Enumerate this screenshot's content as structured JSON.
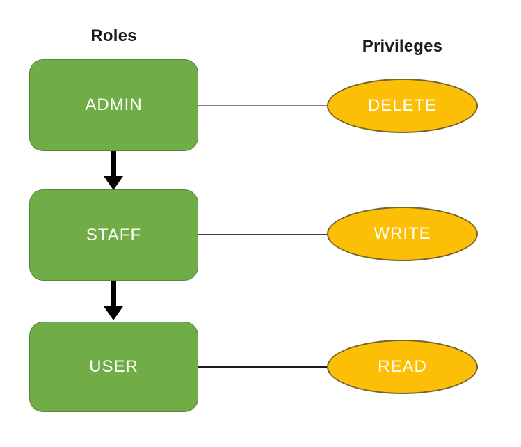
{
  "titles": {
    "roles": "Roles",
    "privileges": "Privileges"
  },
  "diagram": {
    "roles": [
      {
        "id": "admin",
        "label": "ADMIN"
      },
      {
        "id": "staff",
        "label": "STAFF"
      },
      {
        "id": "user",
        "label": "USER"
      }
    ],
    "privileges": [
      {
        "id": "delete",
        "label": "DELETE"
      },
      {
        "id": "write",
        "label": "WRITE"
      },
      {
        "id": "read",
        "label": "READ"
      }
    ],
    "hierarchy_edges": [
      {
        "from": "ADMIN",
        "to": "STAFF",
        "style": "thick-black-arrow-down"
      },
      {
        "from": "STAFF",
        "to": "USER",
        "style": "thick-black-arrow-down"
      }
    ],
    "assignment_edges": [
      {
        "from": "ADMIN",
        "to": "DELETE",
        "style": "thin-line"
      },
      {
        "from": "STAFF",
        "to": "WRITE",
        "style": "thin-line"
      },
      {
        "from": "USER",
        "to": "READ",
        "style": "thin-line"
      }
    ]
  },
  "colors": {
    "role-fill": "#70AD47",
    "role-border": "#5a8246",
    "privilege-fill": "#FCBF05",
    "privilege-border": "#72652f",
    "arrow": "#000000",
    "connector-1": "#7f7f7f",
    "connector-2": "#404040",
    "connector-3": "#1b1b1b",
    "title-text": "#1a1a1a",
    "shape-text": "#ffffff"
  }
}
